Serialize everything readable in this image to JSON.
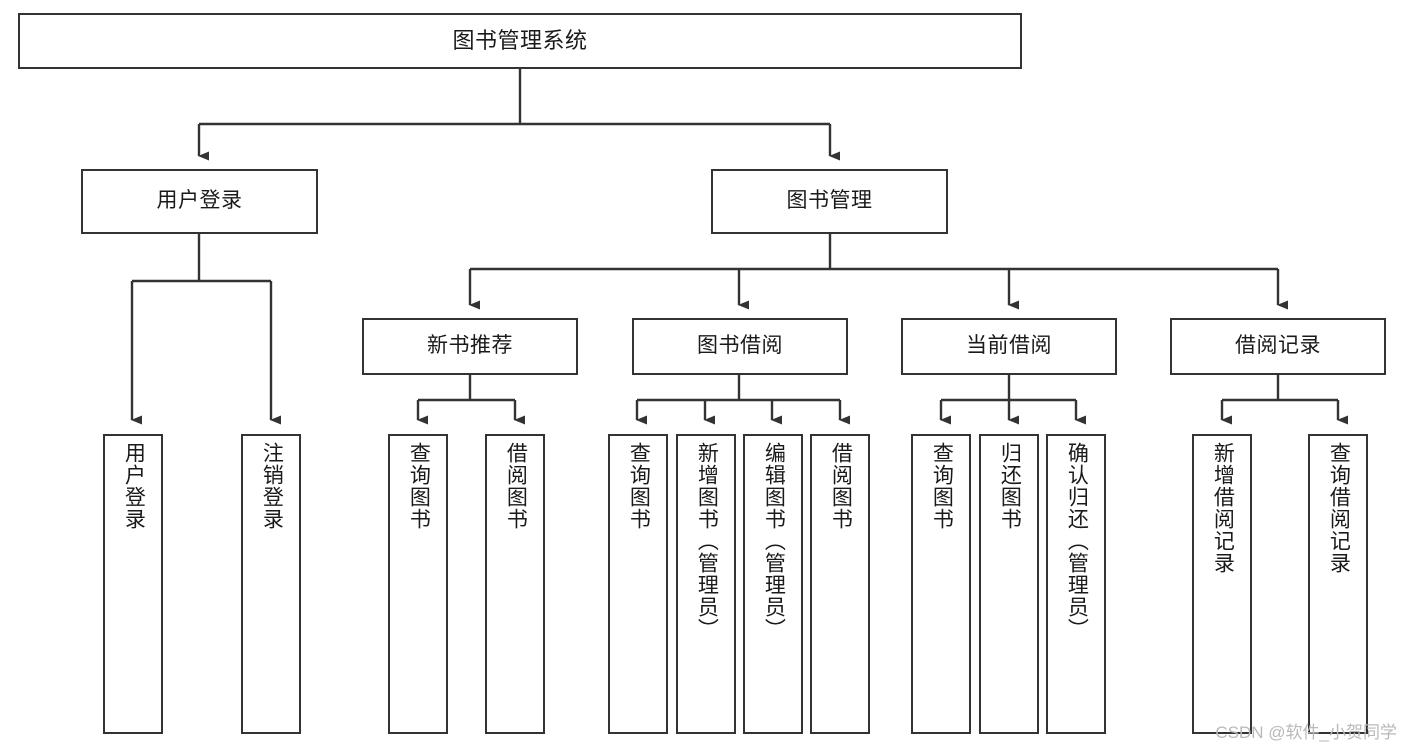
{
  "diagram": {
    "title": "图书管理系统",
    "type": "tree",
    "watermark": "CSDN @软件_小贺同学",
    "colors": {
      "box_border": "#333333",
      "box_fill": "#ffffff",
      "edge": "#333333",
      "text": "#1a1a1a",
      "watermark": "#b9b9b9"
    },
    "nodes": {
      "root": {
        "label": "图书管理系统",
        "level": 0
      },
      "user_login": {
        "label": "用户登录",
        "level": 1
      },
      "book_mgmt": {
        "label": "图书管理",
        "level": 1
      },
      "new_book_rec": {
        "label": "新书推荐",
        "level": 2
      },
      "book_borrow": {
        "label": "图书借阅",
        "level": 2
      },
      "current_borrow": {
        "label": "当前借阅",
        "level": 2
      },
      "borrow_record": {
        "label": "借阅记录",
        "level": 2
      },
      "leaf_user_login": {
        "label": "用户登录",
        "level": 2
      },
      "leaf_logout": {
        "label": "注销登录",
        "level": 2
      },
      "leaf_query_book_1": {
        "label": "查询图书",
        "level": 3
      },
      "leaf_borrow_book_1": {
        "label": "借阅图书",
        "level": 3
      },
      "leaf_query_book_2": {
        "label": "查询图书",
        "level": 3
      },
      "leaf_add_book": {
        "label": "新增图书（管理员）",
        "level": 3
      },
      "leaf_edit_book": {
        "label": "编辑图书（管理员）",
        "level": 3
      },
      "leaf_borrow_book_2": {
        "label": "借阅图书",
        "level": 3
      },
      "leaf_query_book_3": {
        "label": "查询图书",
        "level": 3
      },
      "leaf_return_book": {
        "label": "归还图书",
        "level": 3
      },
      "leaf_confirm_return": {
        "label": "确认归还（管理员）",
        "level": 3
      },
      "leaf_add_record": {
        "label": "新增借阅记录",
        "level": 3
      },
      "leaf_query_record": {
        "label": "查询借阅记录",
        "level": 3
      }
    },
    "edges": [
      {
        "from": "root",
        "to": "user_login"
      },
      {
        "from": "root",
        "to": "book_mgmt"
      },
      {
        "from": "user_login",
        "to": "leaf_user_login"
      },
      {
        "from": "user_login",
        "to": "leaf_logout"
      },
      {
        "from": "book_mgmt",
        "to": "new_book_rec"
      },
      {
        "from": "book_mgmt",
        "to": "book_borrow"
      },
      {
        "from": "book_mgmt",
        "to": "current_borrow"
      },
      {
        "from": "book_mgmt",
        "to": "borrow_record"
      },
      {
        "from": "new_book_rec",
        "to": "leaf_query_book_1"
      },
      {
        "from": "new_book_rec",
        "to": "leaf_borrow_book_1"
      },
      {
        "from": "book_borrow",
        "to": "leaf_query_book_2"
      },
      {
        "from": "book_borrow",
        "to": "leaf_add_book"
      },
      {
        "from": "book_borrow",
        "to": "leaf_edit_book"
      },
      {
        "from": "book_borrow",
        "to": "leaf_borrow_book_2"
      },
      {
        "from": "current_borrow",
        "to": "leaf_query_book_3"
      },
      {
        "from": "current_borrow",
        "to": "leaf_return_book"
      },
      {
        "from": "current_borrow",
        "to": "leaf_confirm_return"
      },
      {
        "from": "borrow_record",
        "to": "leaf_add_record"
      },
      {
        "from": "borrow_record",
        "to": "leaf_query_record"
      }
    ]
  }
}
